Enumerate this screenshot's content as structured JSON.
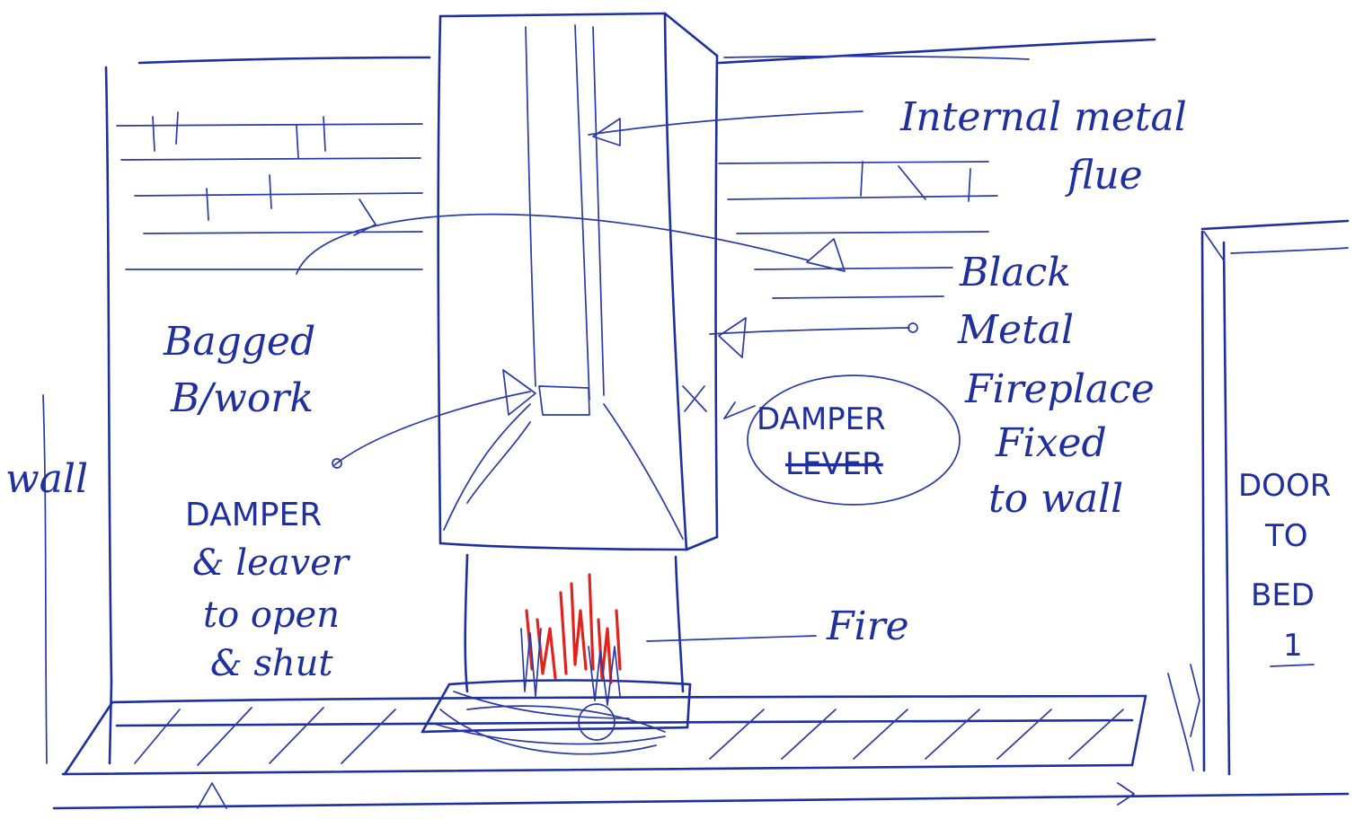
{
  "labels": {
    "flue_line1": "Internal metal",
    "flue_line2": "flue",
    "fireplace_line1": "Black",
    "fireplace_line2": "Metal",
    "fireplace_line3": "Fireplace",
    "fireplace_line4": "Fixed",
    "fireplace_line5": "to wall",
    "damper_lever_line1": "DAMPER",
    "damper_lever_line2": "LEVER",
    "bagged_line1": "Bagged",
    "bagged_line2": "B/work",
    "damper_note_line1": "DAMPER",
    "damper_note_line2": "& leaver",
    "damper_note_line3": "to open",
    "damper_note_line4": "& shut",
    "fire": "Fire",
    "wall": "wall",
    "door_line1": "DOOR",
    "door_line2": "TO",
    "door_line3": "BED",
    "door_line4": "1"
  },
  "colors": {
    "ink": "#1f2f9e",
    "fire": "#e0231c",
    "paper": "#ffffff"
  }
}
